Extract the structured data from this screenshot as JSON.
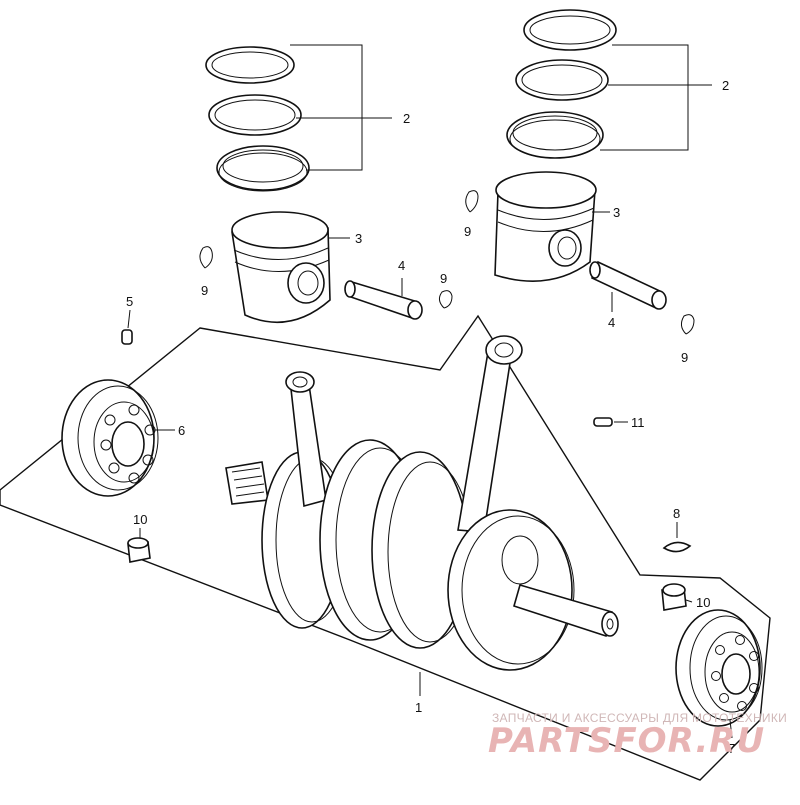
{
  "callouts": {
    "c1": "1",
    "c2a": "2",
    "c2b": "2",
    "c3a": "3",
    "c3b": "3",
    "c4a": "4",
    "c4b": "4",
    "c5": "5",
    "c6": "6",
    "c7": "7",
    "c8": "8",
    "c9a": "9",
    "c9b": "9",
    "c9c": "9",
    "c9d": "9",
    "c10a": "10",
    "c10b": "10",
    "c11": "11"
  },
  "watermark": {
    "tagline": "ЗАПЧАСТИ И АКСЕССУАРЫ ДЛЯ МОТОТЕХНИКИ",
    "brand": "PARTSFOR.RU"
  },
  "colors": {
    "ink": "#111111",
    "watermark": "#e8b4b4"
  }
}
